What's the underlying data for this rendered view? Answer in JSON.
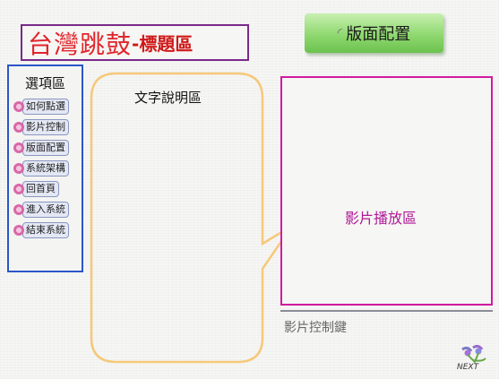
{
  "header": {
    "title_main": "台灣跳鼓",
    "title_sub": "-標題區"
  },
  "layout_button": {
    "label": "版面配置"
  },
  "options": {
    "title": "選項區",
    "items": [
      {
        "label": "如何點選"
      },
      {
        "label": "影片控制"
      },
      {
        "label": "版面配置"
      },
      {
        "label": "系統架構"
      },
      {
        "label": "回首頁"
      },
      {
        "label": "進入系統"
      },
      {
        "label": "結束系統"
      }
    ]
  },
  "description": {
    "title": "文字說明區"
  },
  "video": {
    "label": "影片播放區",
    "controls_label": "影片控制鍵"
  },
  "next_button": {
    "label": "NEXT"
  },
  "colors": {
    "title_text": "#e0262c",
    "title_border": "#7a2a8a",
    "options_border": "#2a56c8",
    "bubble_border": "#f6c87a",
    "video_border": "#d21aa0",
    "layout_button": "#8fd870"
  }
}
